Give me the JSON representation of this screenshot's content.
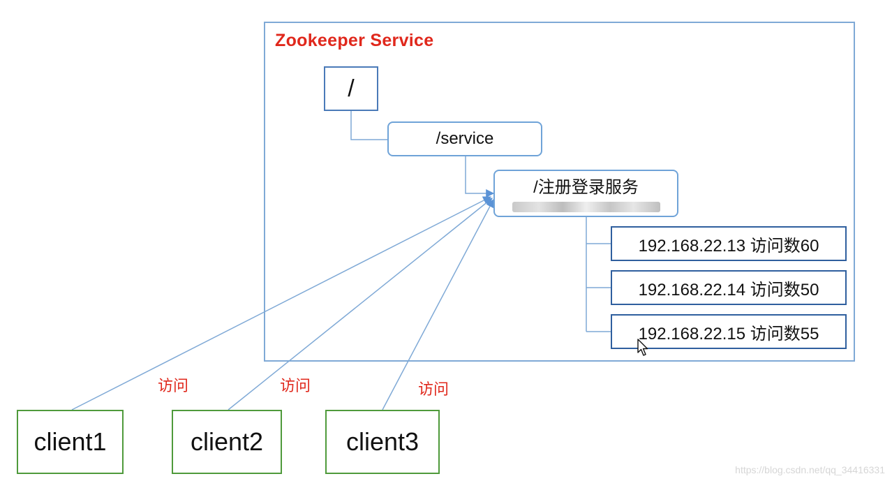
{
  "service_title": "Zookeeper Service",
  "nodes": {
    "root": "/",
    "service": "/service",
    "register": "/注册登录服务"
  },
  "servers": [
    "192.168.22.13  访问数60",
    "192.168.22.14 访问数50",
    "192.168.22.15 访问数55"
  ],
  "clients": [
    "client1",
    "client2",
    "client3"
  ],
  "access_labels": [
    "访问",
    "访问",
    "访问"
  ],
  "watermark": "https://blog.csdn.net/qq_34416331",
  "icons": {
    "cursor": "mouse-pointer-icon"
  },
  "colors": {
    "title_red": "#e0281c",
    "frame_blue": "#7fa9d6",
    "client_green": "#4f9a3b",
    "ip_border": "#2f5f9e"
  }
}
